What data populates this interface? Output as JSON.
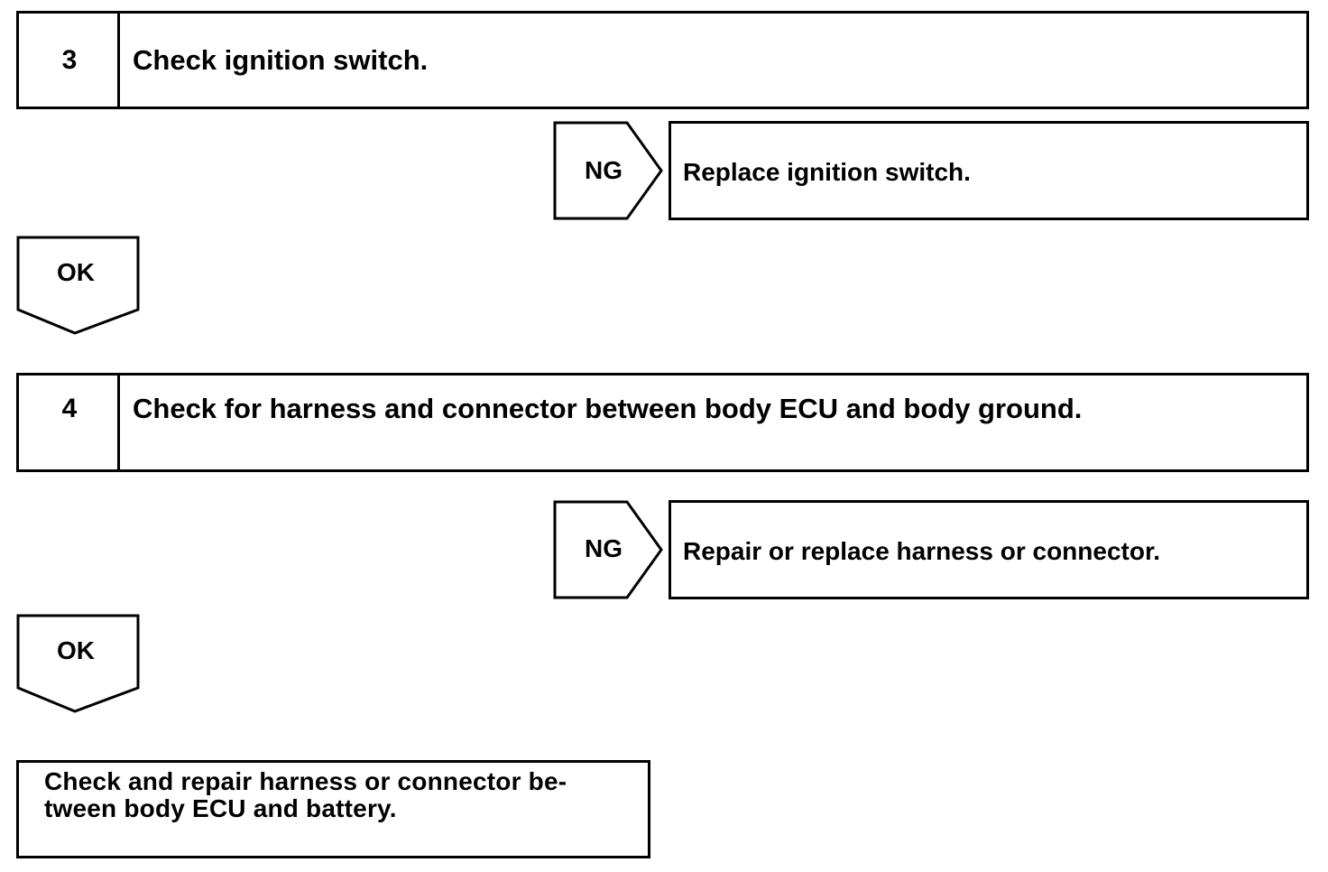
{
  "steps": [
    {
      "number": "3",
      "text": "Check ignition switch.",
      "ng_label": "NG",
      "ng_action": "Replace ignition switch.",
      "ok_label": "OK"
    },
    {
      "number": "4",
      "text": "Check for harness and connector between body ECU and body ground.",
      "ng_label": "NG",
      "ng_action": "Repair or replace harness or connector.",
      "ok_label": "OK"
    }
  ],
  "final_action": {
    "line1": "Check and repair harness or connector be-",
    "line2": "tween body ECU and battery."
  },
  "colors": {
    "line": "#000000",
    "background": "#ffffff"
  }
}
